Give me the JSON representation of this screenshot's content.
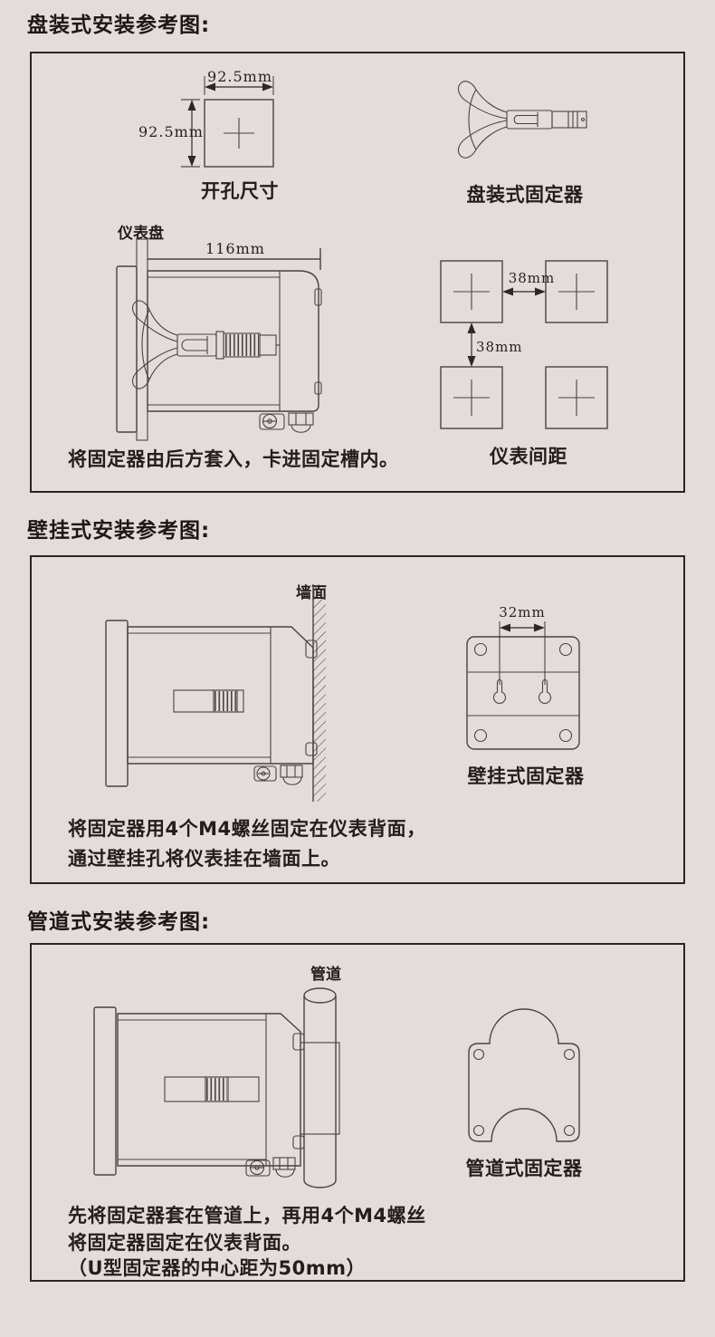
{
  "colors": {
    "background": "#e3dcdc",
    "box_border": "#2b2424",
    "drawing_line": "#4b4242",
    "dimension_line": "#2e2727",
    "text": "#1f1919"
  },
  "sections": {
    "panel": {
      "heading": "盘装式安装参考图:",
      "cutout": {
        "width_label": "92.5mm",
        "height_label": "92.5mm",
        "caption": "开孔尺寸"
      },
      "fixture_caption": "盘装式固定器",
      "side_view": {
        "panel_label": "仪表盘",
        "depth_label": "116mm",
        "caption": "将固定器由后方套入，卡进固定槽内。"
      },
      "spacing": {
        "h_label": "38mm",
        "v_label": "38mm",
        "caption": "仪表间距"
      }
    },
    "wall": {
      "heading": "壁挂式安装参考图:",
      "side_view": {
        "wall_label": "墙面",
        "caption_line1": "将固定器用4个M4螺丝固定在仪表背面，",
        "caption_line2": "通过壁挂孔将仪表挂在墙面上。"
      },
      "fixture": {
        "dim_label": "32mm",
        "caption": "壁挂式固定器"
      }
    },
    "pipe": {
      "heading": "管道式安装参考图:",
      "side_view": {
        "pipe_label": "管道",
        "caption_line1": "先将固定器套在管道上，再用4个M4螺丝",
        "caption_line2": "将固定器固定在仪表背面。",
        "caption_line3": "（U型固定器的中心距为50mm）"
      },
      "fixture_caption": "管道式固定器"
    }
  }
}
